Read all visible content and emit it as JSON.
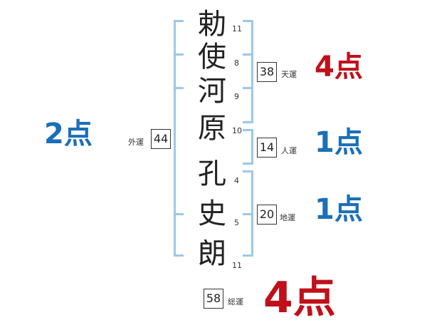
{
  "name_chars": [
    {
      "char": "勅",
      "strokes": "11"
    },
    {
      "char": "使",
      "strokes": "8"
    },
    {
      "char": "河",
      "strokes": "9"
    },
    {
      "char": "原",
      "strokes": "10"
    },
    {
      "char": "孔",
      "strokes": "4"
    },
    {
      "char": "史",
      "strokes": "5"
    },
    {
      "char": "朗",
      "strokes": "11"
    }
  ],
  "fortunes": {
    "tenun": {
      "label": "天運",
      "value": "38",
      "score": "4点",
      "color": "#c0101a"
    },
    "jinun": {
      "label": "人運",
      "value": "14",
      "score": "1点",
      "color": "#1a6fb8"
    },
    "chiun": {
      "label": "地運",
      "value": "20",
      "score": "1点",
      "color": "#1a6fb8"
    },
    "gaiun": {
      "label": "外運",
      "value": "44",
      "score": "2点",
      "color": "#1a6fb8"
    },
    "souun": {
      "label": "総運",
      "value": "58",
      "score": "4点",
      "color": "#c0101a"
    }
  },
  "bracket_color": "#9cc8e8"
}
